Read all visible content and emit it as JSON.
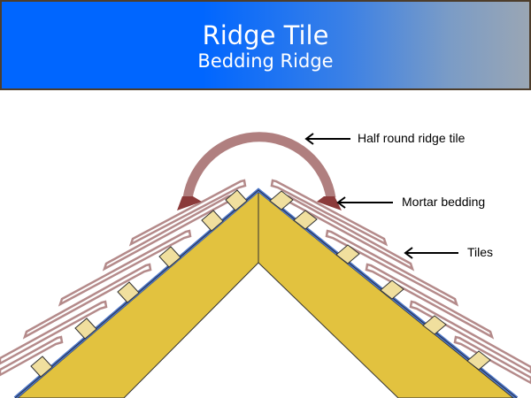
{
  "header": {
    "title": "Ridge Tile",
    "subtitle": "Bedding Ridge"
  },
  "labels": {
    "ridge_tile": "Half round ridge tile",
    "mortar": "Mortar bedding",
    "tiles": "Tiles"
  },
  "colors": {
    "header_blue": "#0066ff",
    "rafter": "#e2c23f",
    "batten": "#f0df9e",
    "felt": "#4a74c4",
    "tile_outline": "#b48a8a",
    "ridge_tile": "#b07f7f",
    "mortar": "#8b3a3a"
  }
}
